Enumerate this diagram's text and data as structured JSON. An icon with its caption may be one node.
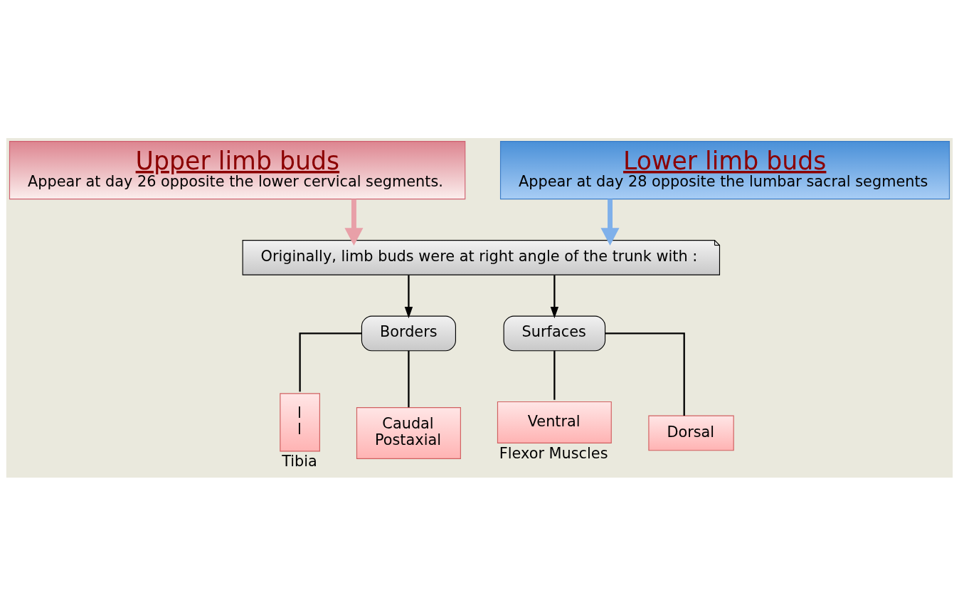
{
  "diagram": {
    "nodes": [
      {
        "text": [
          "Upper limb buds",
          "Appear at day 26 opposite the lower cervical segments."
        ]
      },
      {
        "text": [
          "Lower limb buds",
          "Appear at day 28 opposite the lumbar sacral segments"
        ]
      },
      {
        "text": [
          "Originally, limb buds were at right angle of the trunk with :"
        ]
      },
      {
        "text": [
          "Borders"
        ]
      },
      {
        "text": [
          "Surfaces"
        ]
      },
      {
        "text": [
          "l",
          "l"
        ],
        "beside": [
          "Tibia"
        ]
      },
      {
        "text": [
          "Caudal",
          "Postaxial"
        ]
      },
      {
        "text": [
          "Ventral"
        ],
        "beside": [
          "Flexor Muscles"
        ]
      },
      {
        "text": [
          "Dorsal"
        ]
      }
    ],
    "edges": [
      {
        "from": 0,
        "to": 2,
        "arrow": "to",
        "style": "thick",
        "color": "#e8a0a8"
      },
      {
        "from": 1,
        "to": 2,
        "arrow": "to",
        "style": "thick",
        "color": "#7fb0ea"
      },
      {
        "from": 2,
        "to": 3,
        "arrow": "to"
      },
      {
        "from": 2,
        "to": 4,
        "arrow": "to"
      },
      {
        "from": 3,
        "to": 5,
        "arrow": "none"
      },
      {
        "from": 3,
        "to": 6,
        "arrow": "none"
      },
      {
        "from": 4,
        "to": 7,
        "arrow": "none"
      },
      {
        "from": 4,
        "to": 8,
        "arrow": "none"
      }
    ]
  }
}
